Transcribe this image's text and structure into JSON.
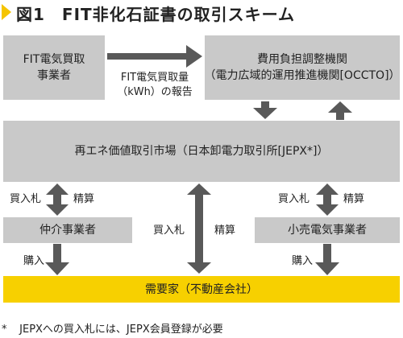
{
  "header": {
    "title": "図1　FIT非化石証書の取引スキーム"
  },
  "boxes": {
    "fit_operator": [
      "FIT電気買取",
      "事業者"
    ],
    "cost_burden": [
      "費用負担調整機関",
      "（電力広域的運用推進機関[OCCTO]）"
    ],
    "market": "再エネ価値取引市場（日本卸電力取引所[JEPX*]）",
    "broker": "仲介事業者",
    "retailer": "小売電気事業者",
    "consumer": "需要家（不動産会社）"
  },
  "labels": {
    "report": [
      "FIT電気買取量",
      "（kWh）の報告"
    ],
    "buy_order_left": "買入札",
    "settle_left": "精算",
    "buy_order_center": "買入札",
    "settle_center": "精算",
    "buy_order_right": "買入札",
    "settle_right": "精算",
    "purchase_left": "購入",
    "purchase_right": "購入"
  },
  "footnote": {
    "mark": "*",
    "text": "JEPXへの買入札には、JEPX会員登録が必要"
  },
  "colors": {
    "box": "#c9c9c9",
    "arrow": "#595959",
    "accent": "#f7d000",
    "marker": "#f5c400"
  }
}
